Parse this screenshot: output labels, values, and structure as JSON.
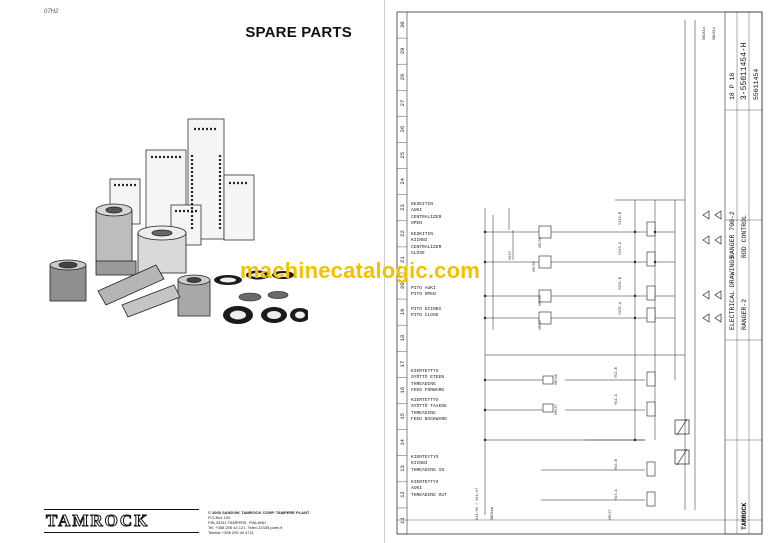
{
  "left_page": {
    "code": "07H2",
    "title": "SPARE PARTS",
    "brand": "TAMROCK",
    "address": [
      "©   2000  SANDVIK TAMROCK CORP. TAMPERE PLANT",
      "P.O.Box 100",
      "FIN-33311 TAMPERE, FINLAND",
      "Tel. +358 205 44 121, Telex 22335 parts fi",
      "Telefax +358 205 44 4711"
    ]
  },
  "watermark": "machinecatalogic.com",
  "schematic": {
    "column_numbers": [
      "11",
      "12",
      "13",
      "14",
      "15",
      "16",
      "17",
      "18",
      "19",
      "20",
      "21",
      "22",
      "23",
      "24",
      "25",
      "26",
      "27",
      "28",
      "29",
      "30"
    ],
    "feed_labels_left": [
      "X11:06 / X11:07",
      "VMC27"
    ],
    "function_labels": [
      {
        "fi": "KESKITIN",
        "fi2": "AUKI",
        "en": "CENTRALIZER",
        "en2": "OPEN"
      },
      {
        "fi": "KESKITIN",
        "fi2": "KIINNI",
        "en": "CENTRALIZER",
        "en2": "CLOSE"
      },
      {
        "fi": "PITO AUKI",
        "fi2": "",
        "en": "PITO OPEN",
        "en2": ""
      },
      {
        "fi": "PITO KIINNI",
        "fi2": "",
        "en": "PITO CLOSE",
        "en2": ""
      },
      {
        "fi": "KIERTEYTYS",
        "fi2": "SYÖTTÖ ETEEN",
        "en": "THREADING",
        "en2": "FEED FORWARD"
      },
      {
        "fi": "KIERTEYTYS",
        "fi2": "SYÖTTÖ TAAKSE",
        "en": "THREADING",
        "en2": "FEED BACKWARD"
      },
      {
        "fi": "KIERTEYTYS",
        "fi2": "KIINNI",
        "en": "THREADING IN",
        "en2": ""
      },
      {
        "fi": "KIERTEYTYS",
        "fi2": "AUKI",
        "en": "THREADING OUT",
        "en2": ""
      }
    ],
    "components": [
      "VMC36",
      "VMC35",
      "VMC28",
      "VMC27",
      "VMC48",
      "VMC47",
      "S243"
    ],
    "valves": [
      "Y243-B",
      "Y243-A",
      "Y205-B",
      "Y205-A",
      "Y92-B",
      "Y92-A",
      "Y93-B",
      "Y93-A"
    ],
    "outputs": [
      "GNDX1a",
      "GNDX1b",
      "GNDX1m"
    ],
    "title_block": {
      "drawing": "ELECTRICAL DRAWINGS",
      "machine": "RANGER 700-2",
      "sub": "RANGER-2",
      "control": "ROD CONTROL",
      "sheet": "18 P 18",
      "doc_no": "3-55011454-H",
      "number": "55011454",
      "company": "TAMROCK"
    }
  }
}
